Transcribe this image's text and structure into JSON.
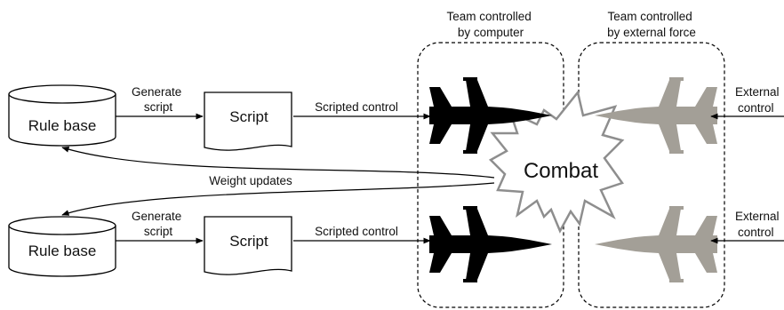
{
  "labels": {
    "team_computer": [
      "Team controlled",
      "by computer"
    ],
    "team_external": [
      "Team controlled",
      "by external force"
    ],
    "rule_base": "Rule base",
    "generate_script": [
      "Generate",
      "script"
    ],
    "script": "Script",
    "scripted_control": "Scripted control",
    "external_control": [
      "External",
      "control"
    ],
    "combat": "Combat",
    "weight_updates": "Weight updates"
  },
  "colors": {
    "computer_jet": "#000000",
    "external_jet": "#a39f97",
    "burst_outline": "#8e8e8e",
    "lines": "#000000"
  },
  "icons": {
    "computer_jet": "fighter-jet-icon",
    "external_jet": "fighter-jet-icon"
  }
}
